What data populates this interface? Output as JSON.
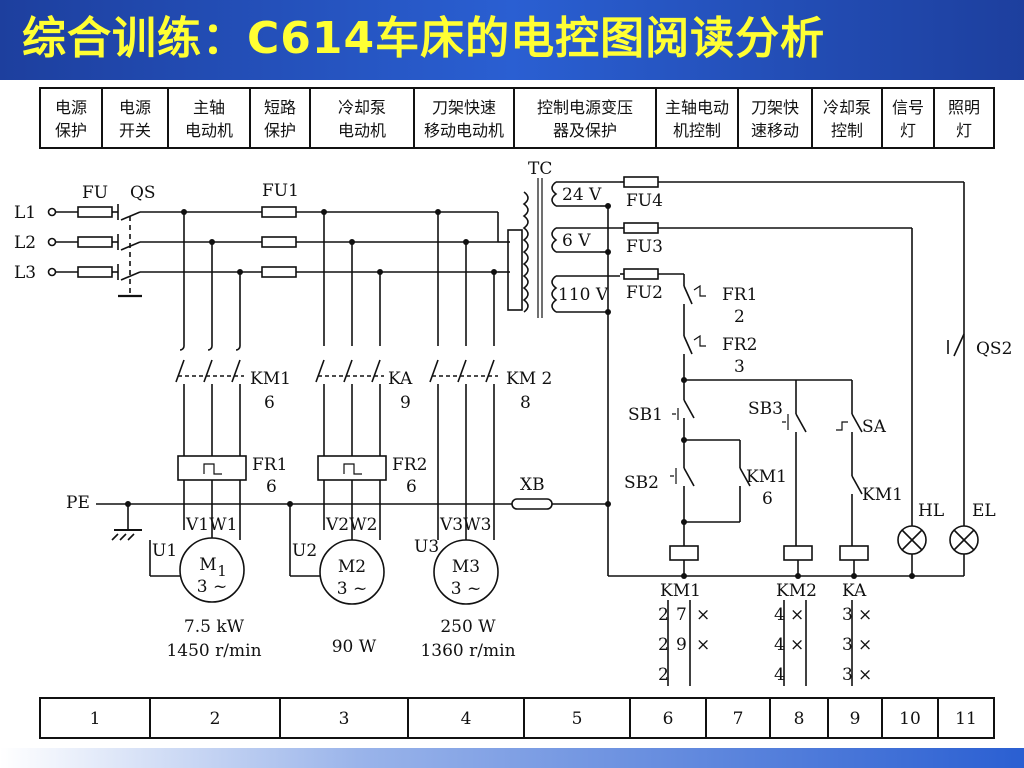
{
  "title": "综合训练：C614车床的电控图阅读分析",
  "header_cells": [
    [
      "电源",
      "保护"
    ],
    [
      "电源",
      "开关"
    ],
    [
      "主轴",
      "电动机"
    ],
    [
      "短路",
      "保护"
    ],
    [
      "冷却泵",
      "电动机"
    ],
    [
      "刀架快速",
      "移动电动机"
    ],
    [
      "控制电源变压",
      "器及保护"
    ],
    [
      "主轴电动",
      "机控制"
    ],
    [
      "刀架快",
      "速移动"
    ],
    [
      "冷却泵",
      "控制"
    ],
    [
      "信号",
      "灯"
    ],
    [
      "照明",
      "灯"
    ]
  ],
  "footer_numbers": [
    "1",
    "2",
    "3",
    "4",
    "5",
    "6",
    "7",
    "8",
    "9",
    "10",
    "11"
  ],
  "labels": {
    "fu": "FU",
    "qs": "QS",
    "fu1": "FU1",
    "tc": "TC",
    "l1": "L1",
    "l2": "L2",
    "l3": "L3",
    "v24": "24 V",
    "v6": "6 V",
    "v110": "110 V",
    "fu4": "FU4",
    "fu3": "FU3",
    "fu2": "FU2",
    "km1": "KM1",
    "km1_n": "6",
    "ka": "KA",
    "ka_n": "9",
    "km2": "KM 2",
    "km2_n": "8",
    "fr1": "FR1",
    "fr1_n": "6",
    "fr2": "FR2",
    "fr2_n": "6",
    "pe": "PE",
    "xb": "XB",
    "u1": "U1",
    "v1w1": "V1W1",
    "u2": "U2",
    "v2w2": "V2W2",
    "u3": "U3",
    "v3w3": "V3W3",
    "m1": "M",
    "m1_sub": "1",
    "m1_phase": "3 ~",
    "m2": "M2",
    "m2_phase": "3 ~",
    "m3": "M3",
    "m3_phase": "3 ~",
    "m1_power": "7.5 kW",
    "m1_speed": "1450 r/min",
    "m2_power": "90 W",
    "m3_power": "250 W",
    "m3_speed": "1360 r/min",
    "fr1c": "FR1",
    "fr1c_n": "2",
    "fr2c": "FR2",
    "fr2c_n": "3",
    "sb1": "SB1",
    "sb2": "SB2",
    "sb3": "SB3",
    "sa": "SA",
    "km1c": "KM1",
    "km1c_n": "6",
    "km1r": "KM1",
    "hl": "HL",
    "el": "EL",
    "qs2": "QS2",
    "coil_km1": "KM1",
    "coil_km2": "KM2",
    "coil_ka": "KA"
  },
  "contact_tables": {
    "km1": [
      [
        "2",
        "7",
        "×"
      ],
      [
        "2",
        "9",
        "×"
      ],
      [
        "2",
        "",
        ""
      ]
    ],
    "km2": [
      [
        "4",
        "×"
      ],
      [
        "4",
        "×"
      ],
      [
        "4",
        ""
      ]
    ],
    "ka": [
      [
        "3",
        "×"
      ],
      [
        "3",
        "×"
      ],
      [
        "3",
        "×"
      ]
    ]
  }
}
